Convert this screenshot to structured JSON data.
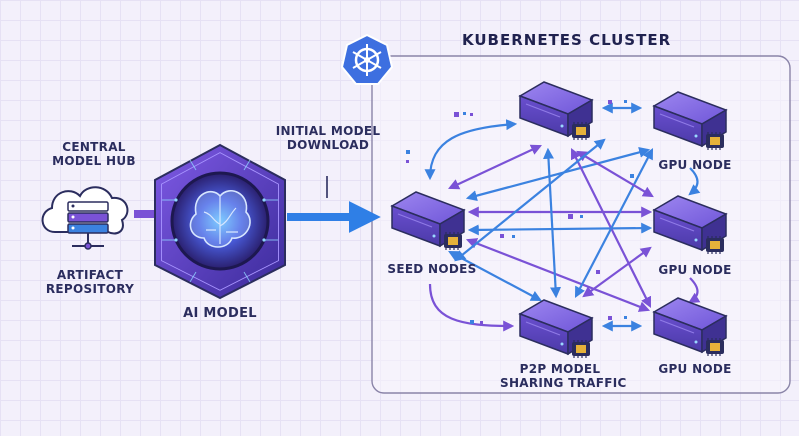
{
  "cluster": {
    "title": "KUBERNETES CLUSTER"
  },
  "hub": {
    "label_line1": "CENTRAL",
    "label_line2": "MODEL HUB"
  },
  "repository": {
    "label_line1": "ARTIFACT",
    "label_line2": "REPOSITORY"
  },
  "model": {
    "label": "AI MODEL"
  },
  "download": {
    "label_line1": "INITIAL MODEL",
    "label_line2": "DOWNLOAD"
  },
  "seed": {
    "label": "SEED NODES"
  },
  "p2p": {
    "label_line1": "P2P MODEL",
    "label_line2": "SHARING TRAFFIC"
  },
  "gpu_nodes": [
    {
      "label": "GPU NODE"
    },
    {
      "label": "GPU NODE"
    },
    {
      "label": "GPU NODE"
    }
  ],
  "colors": {
    "purple": "#7a52d6",
    "blue": "#3b82e0",
    "navy": "#2b2d5e",
    "cluster_border": "#8a84a8"
  },
  "icons": [
    "kubernetes-logo-icon",
    "cloud-server-icon",
    "brain-chip-icon",
    "server-icon",
    "gpu-chip-icon"
  ]
}
